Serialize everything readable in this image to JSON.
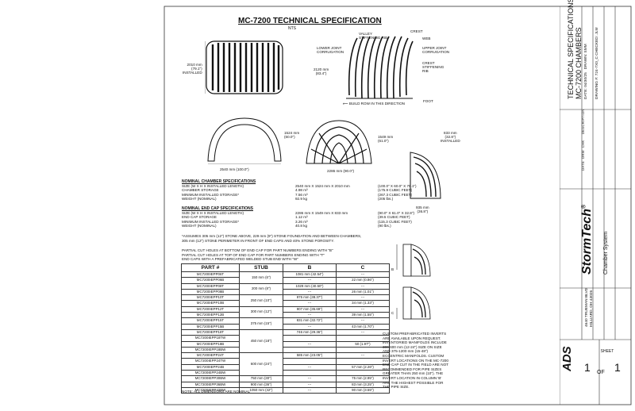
{
  "header": {
    "title": "MC-7200 TECHNICAL SPECIFICATION",
    "nts": "NTS"
  },
  "labels": {
    "valley_rib": [
      "VALLEY",
      "STIFFENING RIB"
    ],
    "crest": "CREST",
    "web": "WEB",
    "lower_joint": [
      "LOWER JOINT",
      "CORRUGATION"
    ],
    "upper_joint": [
      "UPPER JOINT",
      "CORRUGATION"
    ],
    "crest_rib": [
      "CREST",
      "STIFFENING",
      "RIB"
    ],
    "build_row": "BUILD ROW IN THIS DIRECTION",
    "foot": "FOOT",
    "dim_installed_h": [
      "2010 mm",
      "(79.1\")",
      "INSTALLED"
    ],
    "dim_2120": [
      "2120 mm",
      "(83.4\")"
    ],
    "dim_1524": [
      "1524 mm",
      "(60.0\")"
    ],
    "dim_2540": "2540 mm (100.0\")",
    "dim_1549": [
      "1549 mm",
      "(61.0\")"
    ],
    "dim_2286": "2286 mm (90.0\")",
    "dim_833": [
      "833 mm",
      "(32.8\")",
      "INSTALLED"
    ],
    "dim_935": [
      "935 mm",
      "(36.8\")"
    ],
    "label_b": "B",
    "label_c": "C"
  },
  "nominal_chamber": {
    "heading": "NOMINAL CHAMBER SPECIFICATIONS",
    "rows": [
      [
        "SIZE (W X H X INSTALLED LENGTH)",
        "2540 mm X 1524 mm X 2010 mm",
        "(100.0\" X 60.0\" X 79.1\")"
      ],
      [
        "CHAMBER STORAGE",
        "4.98 m³",
        "(175.9 CUBIC FEET)"
      ],
      [
        "MINIMUM INSTALLED STORAGE*",
        "7.56 m³",
        "(267.3 CUBIC FEET)"
      ],
      [
        "WEIGHT (NOMINAL)",
        "92.9 kg",
        "(205 lbs.)"
      ]
    ]
  },
  "nominal_endcap": {
    "heading": "NOMINAL END CAP SPECIFICATIONS",
    "rows": [
      [
        "SIZE (W X H X INSTALLED LENGTH)",
        "2286 mm X 1549 mm X 833 mm",
        "(90.0\" X 61.0\" X 32.8\")"
      ],
      [
        "END CAP STORAGE",
        "1.12 m³",
        "(39.5 CUBIC FEET)"
      ],
      [
        "MINIMUM INSTALLED STORAGE*",
        "3.26 m³",
        "(115.3 CUBIC FEET)"
      ],
      [
        "WEIGHT (NOMINAL)",
        "40.8 kg",
        "(90 lbs.)"
      ]
    ]
  },
  "assumption_note": [
    "*ASSUMES 305 mm (12\") STONE ABOVE, 229 mm (9\") STONE FOUNDATION AND BETWEEN CHAMBERS,",
    "305 mm (12\") STONE PERIMETER IN FRONT OF END CAPS AND 40% STONE POROSITY."
  ],
  "partial_note": [
    "PARTIAL CUT HOLES AT BOTTOM OF END CAP FOR PART NUMBERS ENDING WITH \"B\"",
    "PARTIAL CUT HOLES AT TOP OF END CAP FOR PART NUMBERS ENDING WITH \"T\"",
    "END CAPS WITH A PREFABRICATED WELDED STUB END WITH \"W\""
  ],
  "parts_table": {
    "headers": [
      "PART #",
      "STUB",
      "B",
      "C"
    ],
    "groups": [
      {
        "stub": "150 mm (6\")",
        "rows": [
          [
            "MC7200IEPP06T",
            "1081 mm (42.54\")",
            "---"
          ],
          [
            "MC7200IEPP06B",
            "---",
            "22 mm (0.86\")"
          ]
        ]
      },
      {
        "stub": "200 mm (8\")",
        "rows": [
          [
            "MC7200IEPP08T",
            "1029 mm (40.50\")",
            "---"
          ],
          [
            "MC7200IEPP08B",
            "---",
            "26 mm (1.01\")"
          ]
        ]
      },
      {
        "stub": "250 mm (10\")",
        "rows": [
          [
            "MC7200IEPP10T",
            "975 mm (38.37\")",
            "---"
          ],
          [
            "MC7200IEPP10B",
            "---",
            "34 mm (1.33\")"
          ]
        ]
      },
      {
        "stub": "300 mm (12\")",
        "rows": [
          [
            "MC7200IEPP12T",
            "907 mm (35.69\")",
            "---"
          ],
          [
            "MC7200IEPP12B",
            "---",
            "39 mm (1.55\")"
          ]
        ]
      },
      {
        "stub": "375 mm (15\")",
        "rows": [
          [
            "MC7200IEPP15T",
            "831 mm (32.72\")",
            "---"
          ],
          [
            "MC7200IEPP15B",
            "---",
            "43 mm (1.70\")"
          ]
        ]
      },
      {
        "stub": "450 mm (18\")",
        "rows": [
          [
            "MC7200IEPP18T",
            "746 mm (29.36\")",
            "---"
          ],
          [
            "MC7200IEPP18TW",
            "",
            ""
          ],
          [
            "MC7200IEPP18B",
            "---",
            "50 (1.97\")"
          ],
          [
            "MC7200IEPP18BW",
            "",
            ""
          ]
        ]
      },
      {
        "stub": "600 mm (24\")",
        "rows": [
          [
            "MC7200IEPP24T",
            "585 mm (23.05\")",
            "---"
          ],
          [
            "MC7200IEPP24TW",
            "",
            ""
          ],
          [
            "MC7200IEPP24B",
            "---",
            "57 mm (2.26\")"
          ],
          [
            "MC7200IEPP24BW",
            "",
            ""
          ]
        ]
      },
      {
        "stub": "750 mm (30\")",
        "rows": [
          [
            "MC7200IEPP30BW",
            "---",
            "75 mm (2.95\")"
          ]
        ]
      },
      {
        "stub": "900 mm (36\")",
        "rows": [
          [
            "MC7200IEPP36BW",
            "---",
            "83 mm (3.25\")"
          ]
        ]
      },
      {
        "stub": "1050 mm (42\")",
        "rows": [
          [
            "MC7200IEPP42BW",
            "---",
            "90 mm (3.55\")"
          ]
        ]
      }
    ],
    "footer": "NOTE: ALL DIMENSIONS ARE NOMINAL"
  },
  "custom_note": [
    "CUSTOM PREFABRICATED INVERTS",
    "ARE AVAILABLE UPON REQUEST.",
    "INVENTORIED MANIFOLDS INCLUDE",
    "300-600 mm (12-24\") SIZE ON SIZE",
    "AND 375-1200 mm (15-48\")",
    "ECCENTRIC MANIFOLDS. CUSTOM",
    "INVERT LOCATIONS ON THE MC-7200",
    "END CAP CUT IN THE FIELD ARE NOT",
    "RECOMMENDED FOR PIPE SIZES",
    "GREATER THAN 250 mm (10\"). THE",
    "INVERT LOCATION IN COLUMN 'B'",
    "ARE THE HIGHEST POSSIBLE FOR",
    "THE PIPE SIZE."
  ],
  "title_block": {
    "doc_title": [
      "TECHNICAL SPECIFICATIONS",
      "MC-7200 CHAMBERS"
    ],
    "date_label": "DATE:",
    "date": "04/30/25",
    "drawn": "DRAWN:  SMM",
    "drawing": "DRAWING #:  724-7X0_C  CHECKED:  JLM",
    "brand": "StormTech",
    "brand_sub": "Chamber System",
    "address": [
      "4640 TRUEMAN BLVD",
      "HILLIARD, OH 43026"
    ],
    "logo": "ADS",
    "sheet_label": "SHEET",
    "sheet_num": "1",
    "of": "OF",
    "sheet_total": "1",
    "rev_headers": [
      "DATE",
      "DRW",
      "CHK",
      "DESCRIPTION"
    ]
  }
}
